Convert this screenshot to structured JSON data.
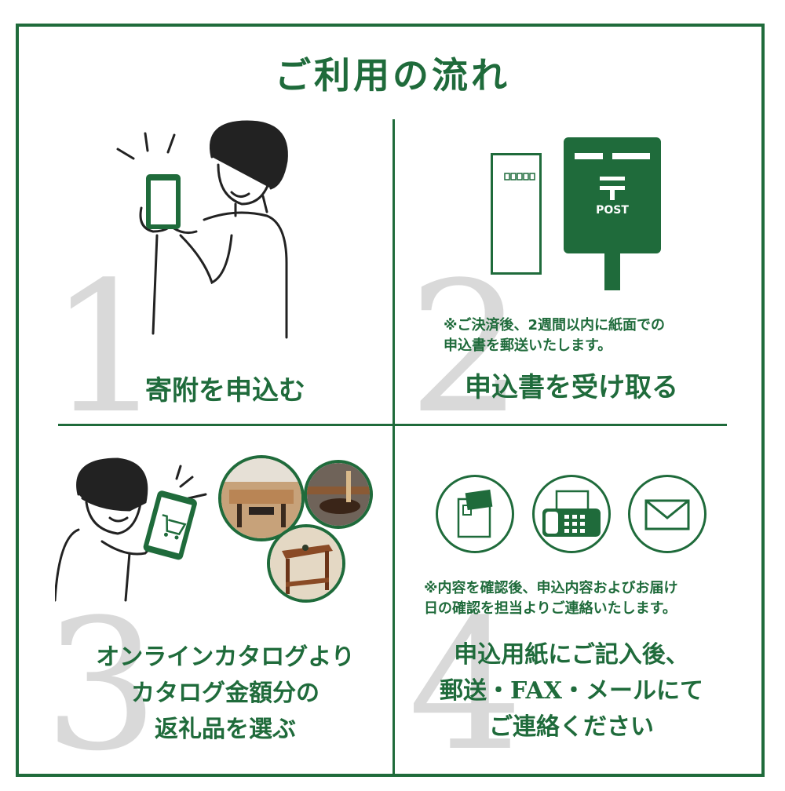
{
  "colors": {
    "accent": "#1f6b3b",
    "numeral": "#d9d9d9"
  },
  "title": "ご利用の流れ",
  "steps": [
    {
      "number": "1",
      "label": "寄附を申込む",
      "icon": "person-smartphone-icon"
    },
    {
      "number": "2",
      "label": "申込書を受け取る",
      "note": [
        "※ご決済後、2週間以内に紙面での",
        "申込書を郵送いたします。"
      ],
      "post_label": "POST",
      "icon": "postbox-icon"
    },
    {
      "number": "3",
      "label_lines": [
        "オンラインカタログより",
        "カタログ金額分の",
        "返礼品を選ぶ"
      ],
      "icon": "online-catalog-icon"
    },
    {
      "number": "4",
      "label_lines": [
        "申込用紙にご記入後、",
        "郵送・FAX・メールにて",
        "ご連絡ください"
      ],
      "note": [
        "※内容を確認後、申込内容およびお届け",
        "日の確認を担当よりご連絡いたします。"
      ],
      "icons": [
        "mail-envelope-icon",
        "fax-icon",
        "email-icon"
      ]
    }
  ]
}
